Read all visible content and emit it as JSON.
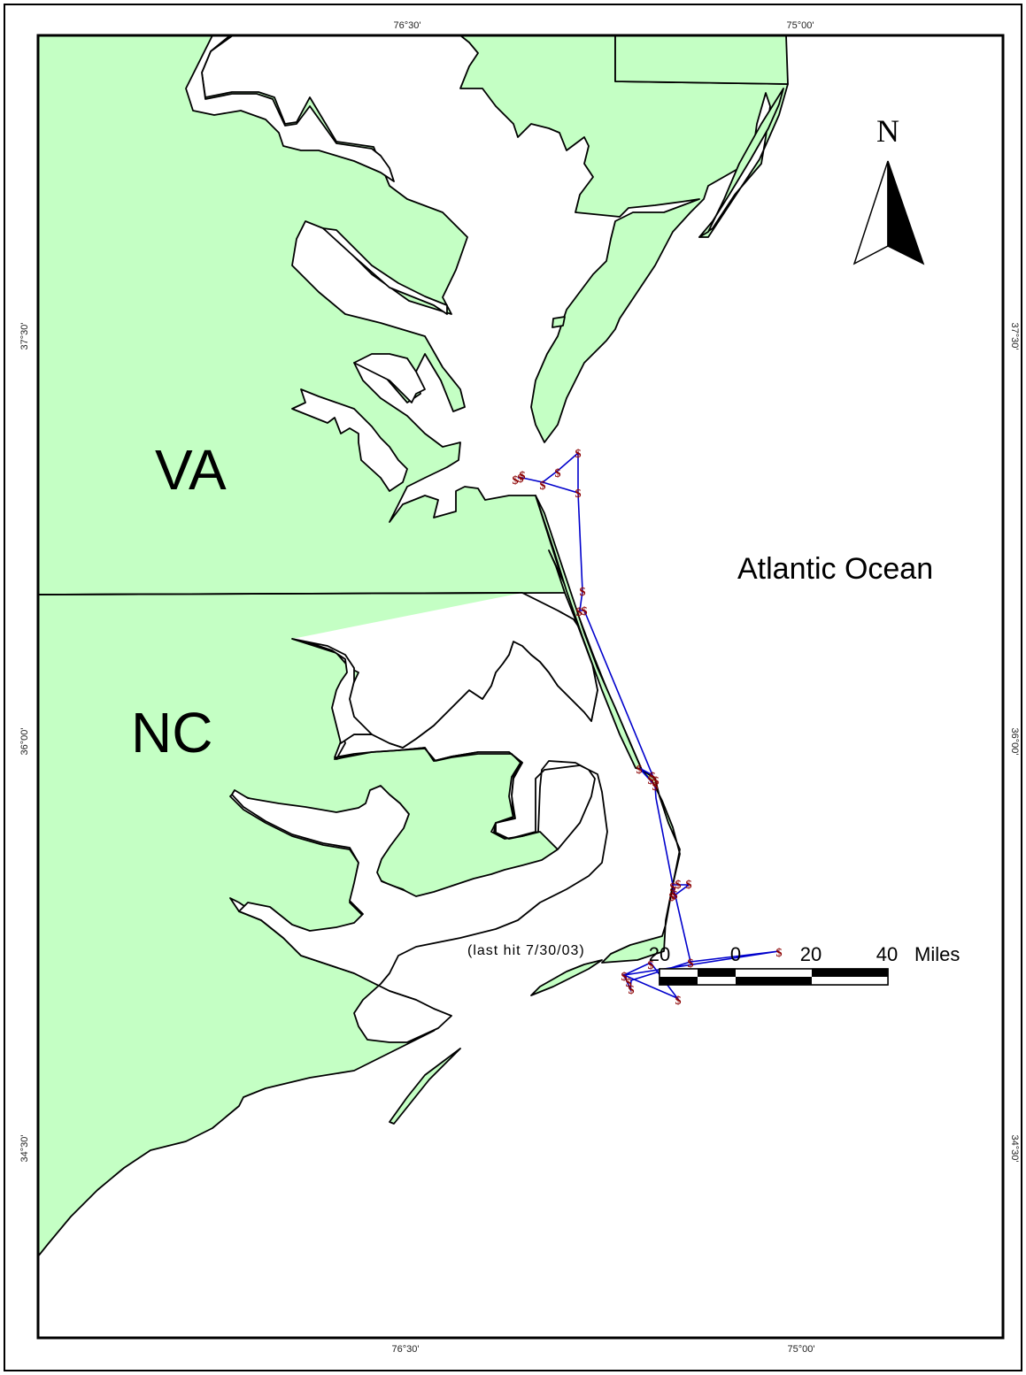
{
  "map": {
    "grid": {
      "top_labels": [
        "76°30'",
        "75°00'"
      ],
      "bottom_labels": [
        "76°30'",
        "75°00'"
      ],
      "left_labels": [
        "37°30'",
        "36°00'",
        "34°30'"
      ],
      "right_labels": [
        "37°30'",
        "36°00'",
        "34°30'"
      ]
    },
    "labels": {
      "state_va": "VA",
      "state_nc": "NC",
      "ocean": "Atlantic Ocean",
      "last_hit": "(last hit 7/30/03)"
    },
    "north_arrow": {
      "letter": "N"
    },
    "scale_bar": {
      "ticks": [
        "20",
        "0",
        "20",
        "40"
      ],
      "unit": "Miles"
    },
    "track": {
      "marker_symbol": "$",
      "line_color": "#0000cc",
      "marker_color": "#8b0000",
      "land_color": "#c4ffc4"
    }
  }
}
